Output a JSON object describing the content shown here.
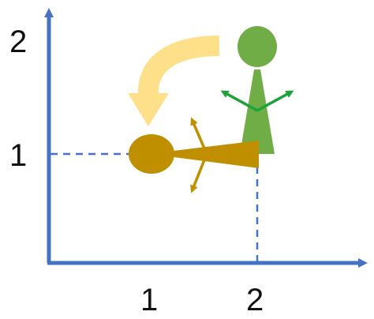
{
  "axes": {
    "x_ticks": [
      "1",
      "2"
    ],
    "y_ticks": [
      "1",
      "2"
    ]
  },
  "colors": {
    "axis": "#4472C4",
    "guide": "#4472C4",
    "green_figure": "#70AD47",
    "green_arrows": "#1BA33A",
    "gold_figure": "#BF8F00",
    "rotation_arrow": "#FFE08A"
  },
  "figures": {
    "upright": {
      "icon": "person-figure-icon",
      "x": 2,
      "y": 2
    },
    "rotated": {
      "icon": "person-figure-icon",
      "x": 1,
      "y": 1
    },
    "pivot": {
      "x": 2,
      "y": 1
    }
  },
  "rotation": {
    "icon": "curved-arrow-icon",
    "direction": "counterclockwise"
  }
}
